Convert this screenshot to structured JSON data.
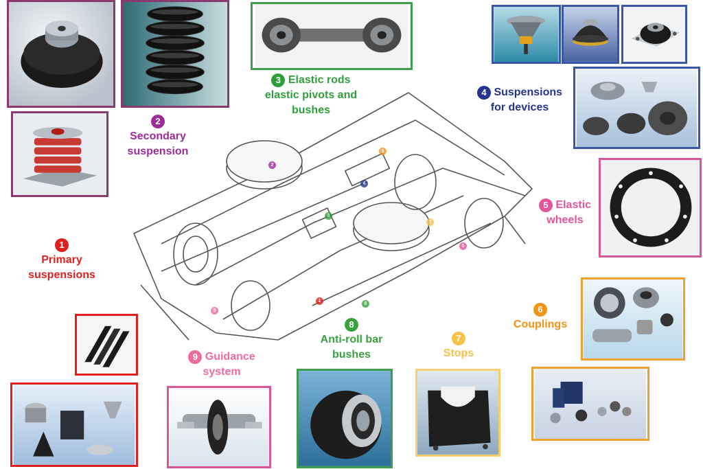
{
  "labels": {
    "primary": {
      "number": "1",
      "lines": [
        "Primary",
        "suspensions"
      ],
      "color": "#e0201e"
    },
    "secondary": {
      "number": "2",
      "lines": [
        "Secondary",
        "suspension"
      ],
      "color": "#9b2c9a"
    },
    "rods": {
      "number": "3",
      "lines": [
        "Elastic rods",
        "elastic pivots and",
        "bushes"
      ],
      "color": "#2f9e3c"
    },
    "devices": {
      "number": "4",
      "lines": [
        "Suspensions",
        "for devices"
      ],
      "color": "#23358e"
    },
    "wheels": {
      "number": "5",
      "lines": [
        "Elastic",
        "wheels"
      ],
      "color": "#e3559b"
    },
    "couplings": {
      "number": "6",
      "lines": [
        "Couplings"
      ],
      "color": "#f29318"
    },
    "stops": {
      "number": "7",
      "lines": [
        "Stops"
      ],
      "color": "#f6c24a"
    },
    "antiroll": {
      "number": "8",
      "lines": [
        "Anti-roll bar",
        "bushes"
      ],
      "color": "#3aa13f"
    },
    "guidance": {
      "number": "9",
      "lines": [
        "Guidance",
        "system"
      ],
      "color": "#ec6ba0"
    }
  },
  "frame_colors": {
    "purple": "#8a3a6e",
    "green": "#3f9e4d",
    "blue": "#3a56a8",
    "pink": "#d9569a",
    "orange": "#f0a031",
    "yellow": "#f8cd6a",
    "red": "#e0201e"
  },
  "bogie_markers": [
    "1",
    "2",
    "3",
    "4",
    "5",
    "6",
    "7",
    "8",
    "9"
  ]
}
